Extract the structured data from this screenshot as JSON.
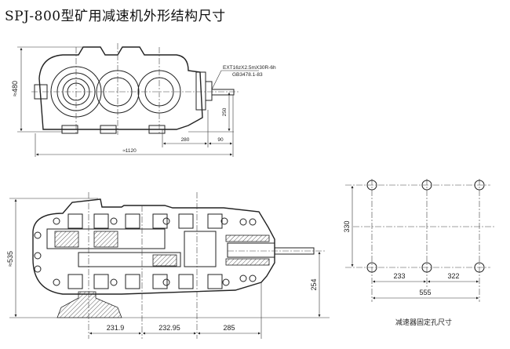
{
  "title": "SPJ-800型矿用减速机外形结构尺寸",
  "front_view": {
    "dims": {
      "height": "≈480",
      "shaft_height": "250",
      "d280": "280",
      "d90": "90",
      "length": "≈1120"
    },
    "spline_note": [
      "EXT16zX2.5mX30R-6h",
      "GB3478.1-83"
    ]
  },
  "section_view": {
    "dims": {
      "width": "≈535",
      "shaft_height": "254",
      "d1": "231.9",
      "d2": "232.95",
      "d3": "285"
    }
  },
  "mount_holes": {
    "dims": {
      "spacing_y": "330",
      "d1": "233",
      "d2": "322",
      "total": "555"
    },
    "caption": "减速器固定孔尺寸"
  }
}
